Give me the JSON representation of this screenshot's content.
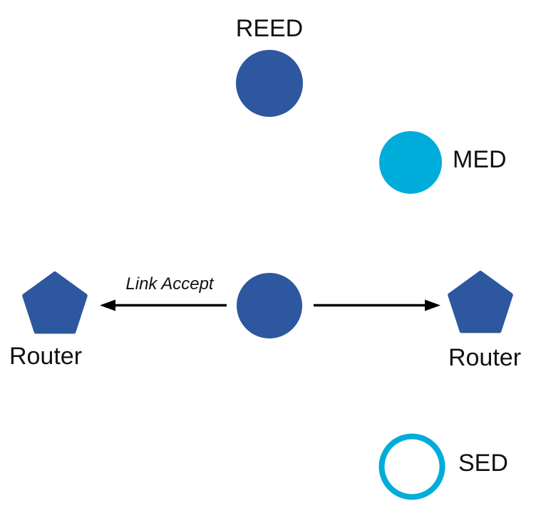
{
  "diagram": {
    "type": "network-topology",
    "labels": {
      "reed": "REED",
      "med": "MED",
      "sed": "SED",
      "router_left": "Router",
      "router_right": "Router",
      "link_accept": "Link Accept"
    },
    "colors": {
      "node_blue": "#2D579E",
      "node_cyan": "#00ACD9",
      "arrow_black": "#000000",
      "label_text": "#111111",
      "background": "#FFFFFF"
    },
    "nodes": [
      {
        "id": "reed",
        "label": "REED",
        "shape": "circle",
        "style": "filled-blue"
      },
      {
        "id": "med",
        "label": "MED",
        "shape": "circle",
        "style": "filled-cyan"
      },
      {
        "id": "parent",
        "label": "",
        "shape": "circle",
        "style": "filled-blue"
      },
      {
        "id": "router-left",
        "label": "Router",
        "shape": "pentagon",
        "style": "filled-blue"
      },
      {
        "id": "router-right",
        "label": "Router",
        "shape": "pentagon",
        "style": "filled-blue"
      },
      {
        "id": "sed",
        "label": "SED",
        "shape": "circle",
        "style": "outlined-cyan"
      }
    ],
    "edges": [
      {
        "from": "parent",
        "to": "router-left",
        "label": "Link Accept",
        "direction": "left"
      },
      {
        "from": "parent",
        "to": "router-right",
        "label": "",
        "direction": "right"
      }
    ]
  }
}
